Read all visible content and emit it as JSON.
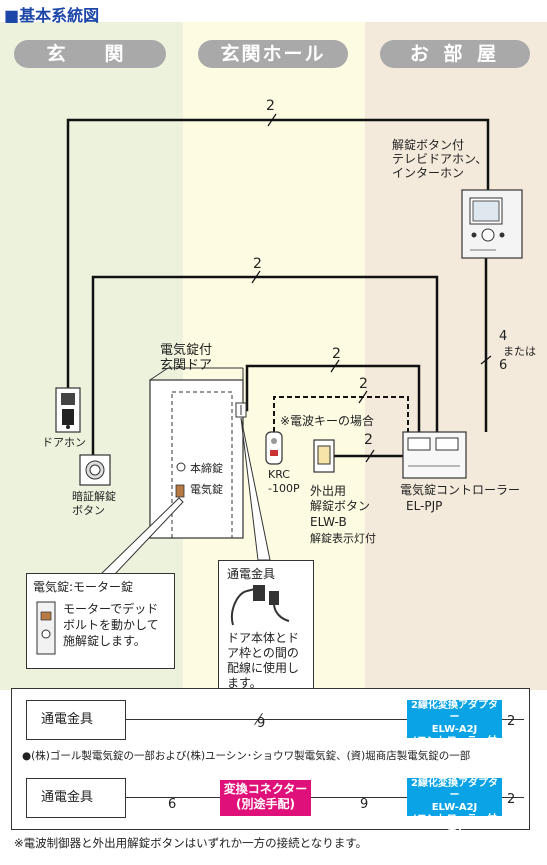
{
  "title": "■基本系統図",
  "zones": [
    "玄　関",
    "玄関ホール",
    "お 部 屋"
  ],
  "devices": {
    "intercom": [
      "解錠ボタン付",
      "テレビドアホン、",
      "インターホン"
    ],
    "door": [
      "電気錠付",
      "玄関ドア"
    ],
    "doorphone": "ドアホン",
    "code_button": [
      "暗証解錠",
      "ボタン"
    ],
    "main_lock": "本締錠",
    "electric_lock": "電気錠",
    "radio_key_note": "※電波キーの場合",
    "krc": [
      "KRC",
      "-100P"
    ],
    "exit_button": [
      "外出用",
      "解錠ボタン",
      "ELW-B",
      "解錠表示灯付"
    ],
    "controller": [
      "電気錠コントローラー",
      "EL-PJP"
    ]
  },
  "wire_counts": {
    "top": "2",
    "second": "2",
    "door_to_controller": "2",
    "dashed": "2",
    "exit_to_controller": "2",
    "intercom_to_controller": [
      "4",
      "または",
      "6"
    ]
  },
  "callouts": {
    "motor_lock_title": "電気錠:モーター錠",
    "motor_lock_text": [
      "モーターでデッド",
      "ボルトを動かして",
      "施解錠します。"
    ],
    "conduit_title": "通電金具",
    "conduit_text": [
      "ドア本体とド",
      "ア枠との間の",
      "配線に使用し",
      "ます。"
    ]
  },
  "bottom": {
    "row1_label": "通電金具",
    "row1_count": "9",
    "adapter_1": [
      "2線化変換アダプター",
      "ELW-A2J",
      "(コントローラー付属)"
    ],
    "row1_out": "2",
    "note": "●(株)ゴール製電気錠の一部および(株)ユーシン･ショウワ製電気錠、(資)堀商店製電気錠の一部",
    "row2_label": "通電金具",
    "row2_count_a": "6",
    "converter": [
      "変換コネクター",
      "(別途手配)"
    ],
    "row2_count_b": "9",
    "adapter_2": [
      "2線化変換アダプター",
      "ELW-A2J",
      "(コントローラー付属)"
    ],
    "row2_out": "2"
  },
  "footnote": "※電波制御器と外出用解錠ボタンはいずれか一方の接続となります。",
  "colors": {
    "zone1": "#edf2dc",
    "zone2": "#fdfbe2",
    "zone3": "#f3eadb",
    "title": "#1c46a8",
    "adapter": "#0aa4e6",
    "converter": "#e0107a"
  }
}
